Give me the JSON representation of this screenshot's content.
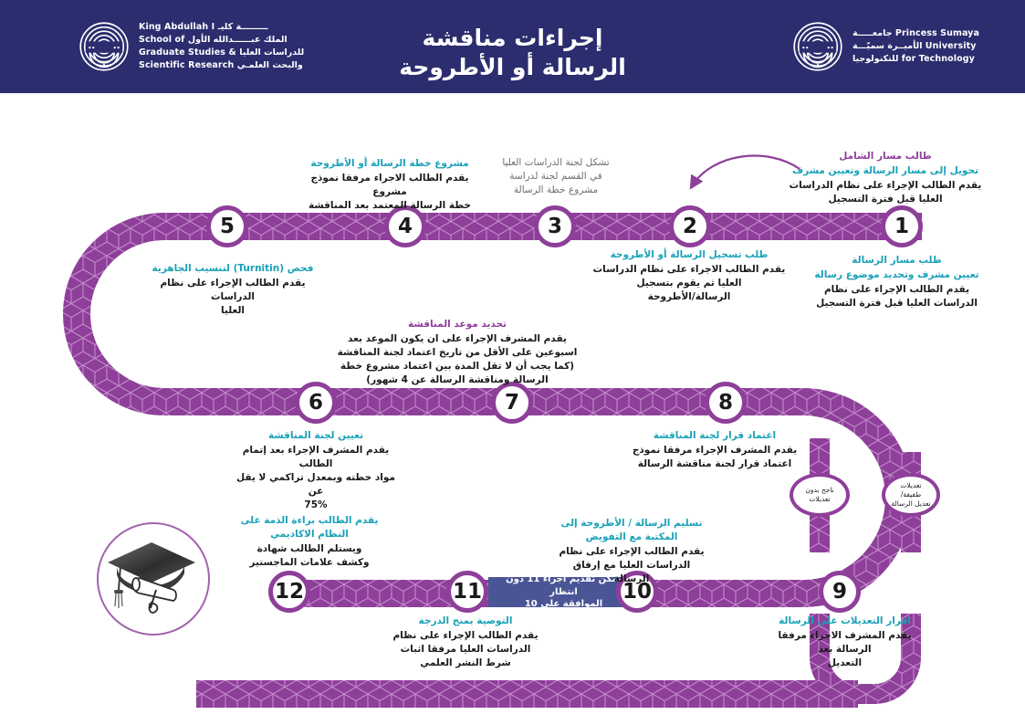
{
  "header": {
    "title_line1": "إجراءات مناقشة",
    "title_line2": "الرسالة أو الأطروحة",
    "left_logo": {
      "name": "king-abdullah-school-logo",
      "line1": "King Abdullah I ـــــــــة  كليـ",
      "line2": "School of الملك عبــــــدالله الأول",
      "line3": "Graduate Studies & للدراسات العليا",
      "line4": "Scientific Research والبحث العلمـي"
    },
    "right_logo": {
      "name": "psut-logo",
      "line1": "جامعـــــة Princess Sumaya",
      "line2": "الأميــرة سميّـــة University",
      "line3": "للتكنولوجيا for Technology"
    }
  },
  "colors": {
    "header_bg": "#2b2d6e",
    "path_purple": "#8e3f99",
    "title_teal": "#18a2b8",
    "title_purple": "#8e3f99",
    "note_blue": "#4a5596",
    "gray_text": "#6f6f6f"
  },
  "steps": [
    {
      "number": "1",
      "title": "طلب مسار الرسالة",
      "subtitle": "تعيين مشرف وتحديد موضوع رسالة",
      "body": "يقدم الطالب الإجراء على نظام\nالدراسات العليا قبل فترة التسجيل"
    },
    {
      "number": "2",
      "title": "طلب تسجيل الرسالة أو الأطروحة",
      "subtitle": "",
      "body": "يقدم الطالب الاجراء على نظام الدراسات\nالعليا ثم يقوم بتسجيل\nالرسالة/الأطروحة"
    },
    {
      "number": "3",
      "title": "",
      "subtitle": "",
      "body": "تشكل لجنة الدراسات العليا\nفي القسم لجنة لدراسة\nمشروع خطة الرسالة"
    },
    {
      "number": "4",
      "title": "مشروع خطة الرسالة أو الأطروحة",
      "subtitle": "",
      "body": "يقدم الطالب الاجراء مرفقا نموذج مشروع\nخطة الرسالة المعتمد بعد المناقشة"
    },
    {
      "number": "5",
      "title": "فحص (Turnitin) لتنسيب الجاهزية",
      "subtitle": "",
      "body": "يقدم الطالب الإجراء على نظام الدراسات\nالعليا"
    },
    {
      "number": "6",
      "title": "تعيين لجنة المناقشة",
      "subtitle": "",
      "body": "يقدم المشرف الإجراء بعد إتمام الطالب\nمواد خطته وبمعدل تراكمي لا يقل عن\n75%"
    },
    {
      "number": "7",
      "title": "تحديد موعد المناقشة",
      "subtitle": "",
      "body": "يقدم المشرف الإجراء على ان يكون الموعد بعد\nاسبوعين على الأقل من تاريخ اعتماد لجنة المناقشة\n(كما يجب أن لا تقل المدة بين اعتماد مشروع خطة\nالرسالة ومناقشة الرسالة عن 4 شهور)"
    },
    {
      "number": "8",
      "title": "اعتماد قرار لجنة المناقشة",
      "subtitle": "",
      "body": "يقدم المشرف الإجراء مرفقا نموذج\nاعتماد قرار لجنة مناقشة الرسالة"
    },
    {
      "number": "9",
      "title": "اقرار التعديلات على الرسالة",
      "subtitle": "",
      "body": "يقدم المشرف الاجراء مرفقا الرسالة بعد\nالتعديل"
    },
    {
      "number": "10",
      "title": "تسليم الرسالة / الأطروحة إلى المكتبة مع التفويض",
      "subtitle": "",
      "body": "يقدم الطالب الإجراء على نظام\nالدراسات العليا مع إرفاق الرسالة"
    },
    {
      "number": "11",
      "title": "التوصية بمنح الدرجة",
      "subtitle": "",
      "body": "يقدم الطالب الإجراء على نظام\nالدراسات العليا مرفقا اثبات\nشرط النشر العلمي"
    },
    {
      "number": "12",
      "title": "يقدم الطالب براءة الذمة على النظام الاكاديمي",
      "subtitle": "",
      "body": "ويستلم الطالب شهادة\nوكشف علامات الماجستير"
    }
  ],
  "callout": {
    "title": "طالب مسار الشامل",
    "subtitle": "تحويل إلى مسار الرسالة وتعيين مشرف",
    "body": "يقدم الطالب الإجراء على نظام الدراسات\nالعليا قبل فترة التسجيل"
  },
  "ovals": [
    {
      "name": "pass-no-changes",
      "text": "ناجح بدون\nتعديلات"
    },
    {
      "name": "minor-changes",
      "text": "تعديلات\nطفيفة/\nتعديل الرسالة"
    }
  ],
  "note_banner": {
    "text": "يمكن تقديم اجراء 11 دون انتظار\nالموافقة على 10"
  },
  "graduation_icon": "graduation-cap-diploma-icon"
}
